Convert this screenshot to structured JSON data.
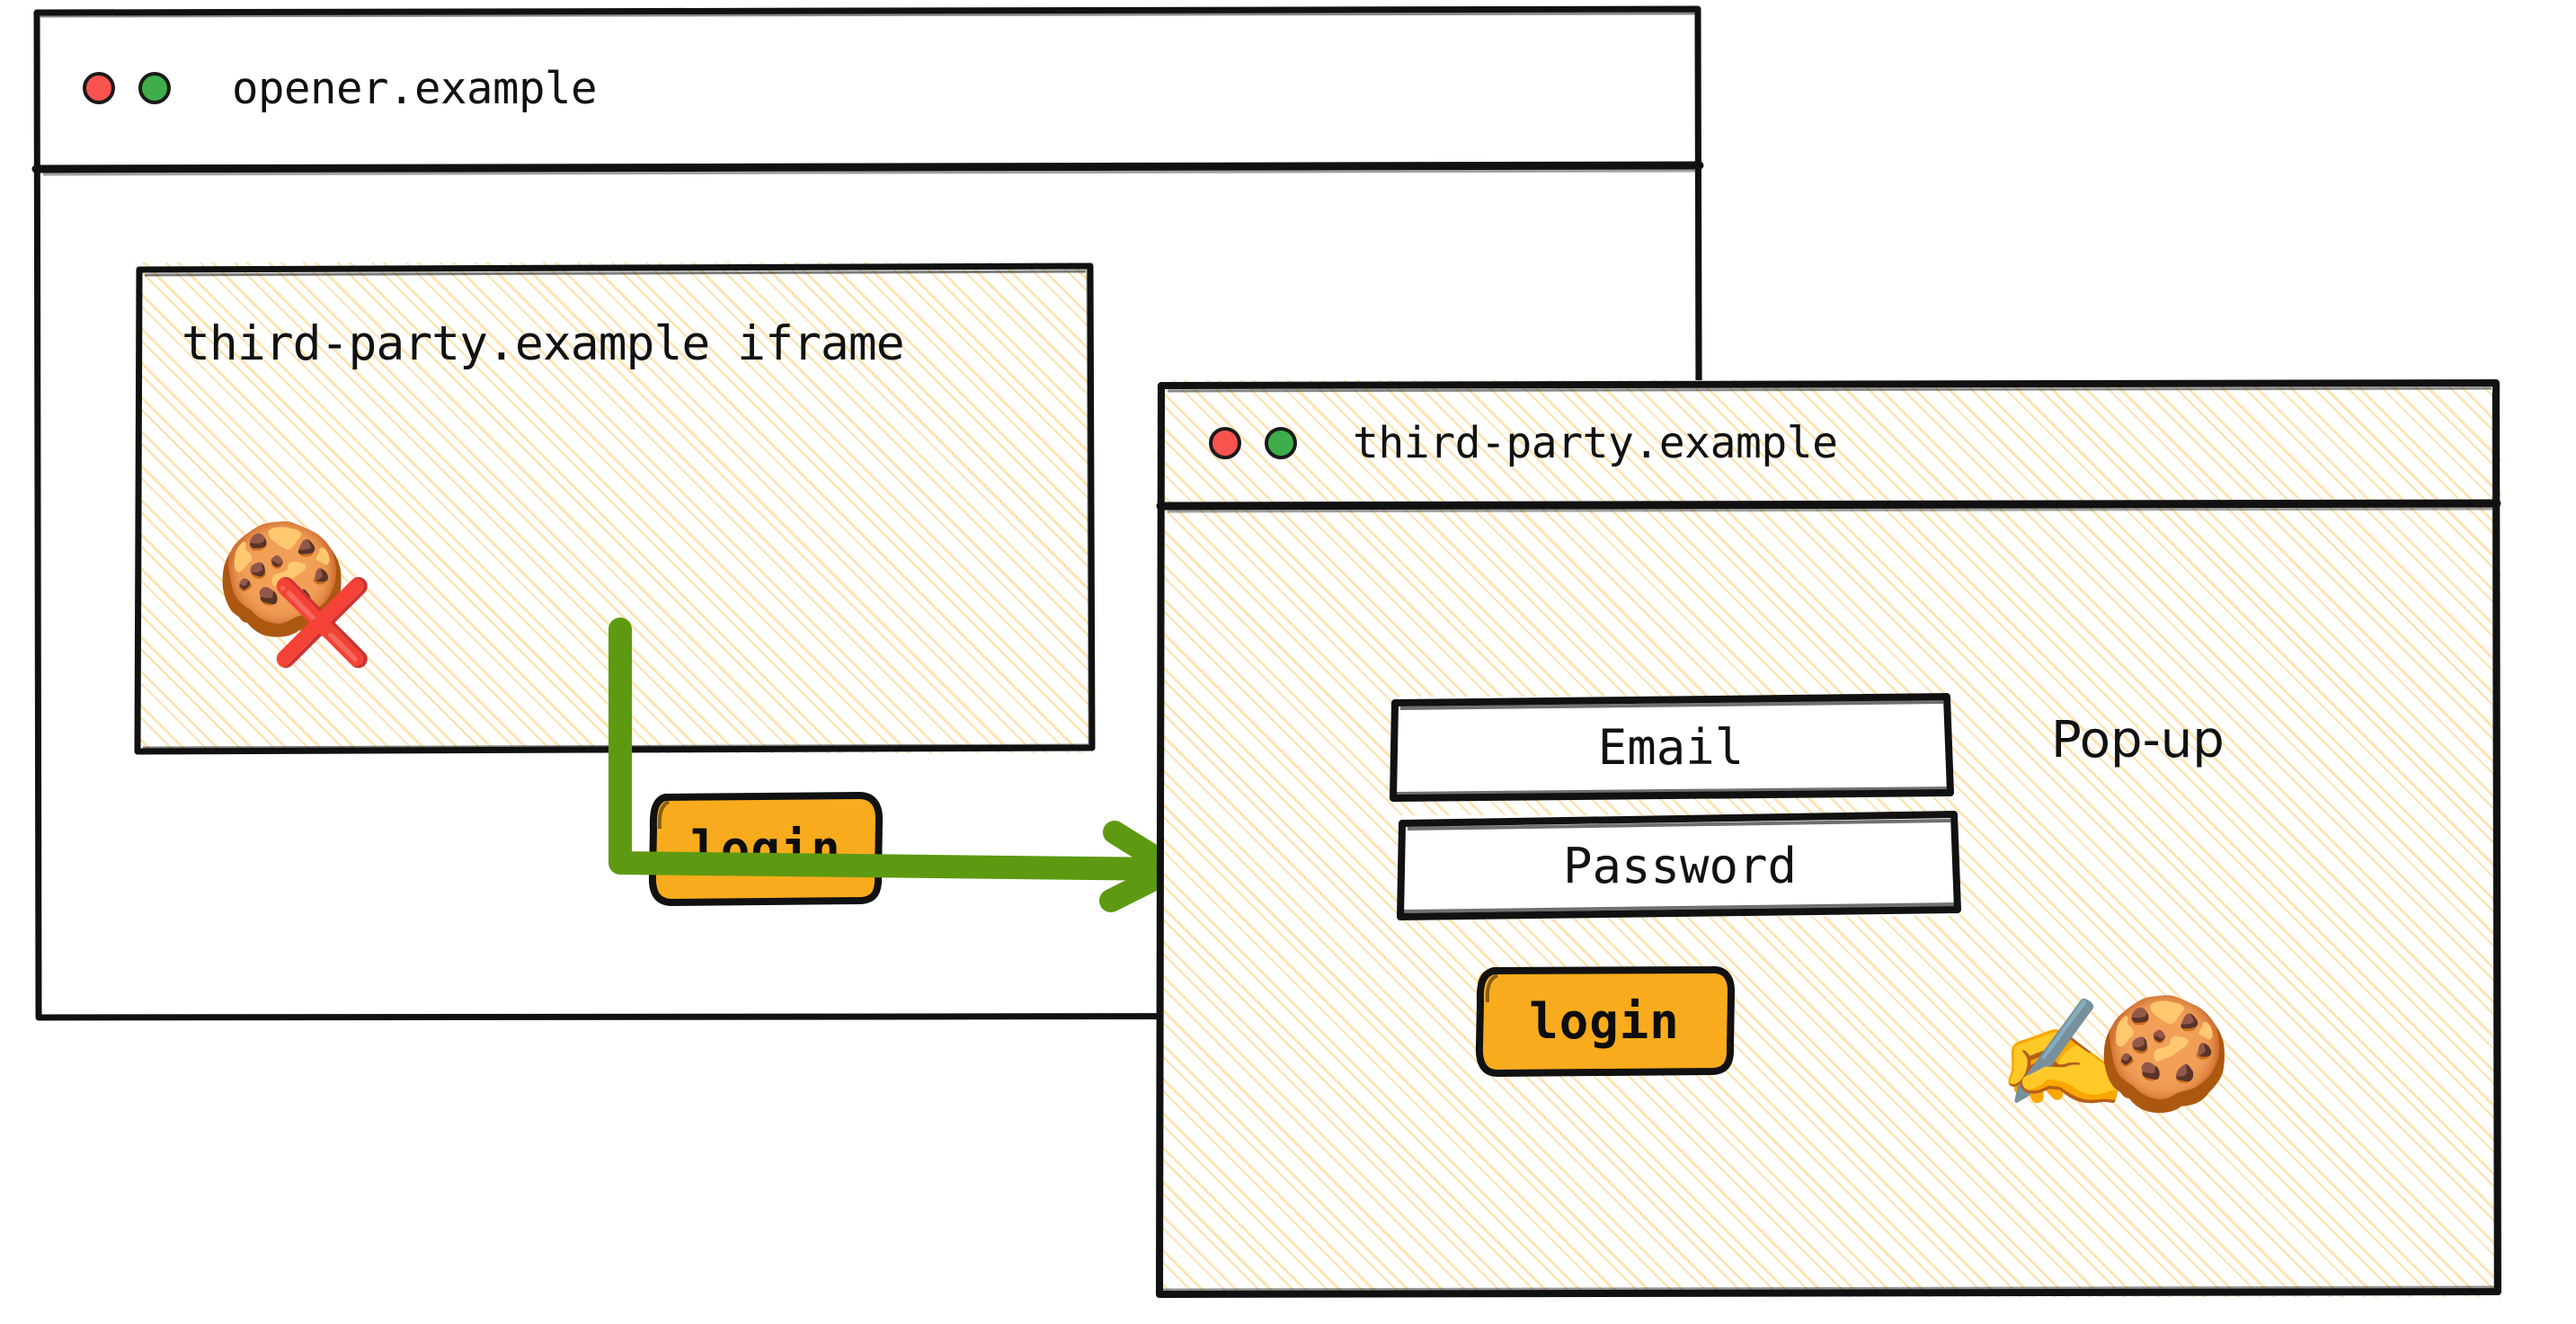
{
  "opener_window": {
    "title": "opener.example",
    "traffic_lights": [
      {
        "name": "close-dot",
        "color": "#f9534f"
      },
      {
        "name": "maximize-dot",
        "color": "#3dae49"
      }
    ],
    "iframe": {
      "label": "third-party.example iframe",
      "cookie_icon": "🍪",
      "blocked_icon": "❌",
      "login_button": "login"
    }
  },
  "flow_arrow": {
    "color": "#5d9a12",
    "description": "arrow from iframe login button to pop-up window"
  },
  "popup_window": {
    "title": "third-party.example",
    "traffic_lights": [
      {
        "name": "close-dot",
        "color": "#f9534f"
      },
      {
        "name": "maximize-dot",
        "color": "#3dae49"
      }
    ],
    "annotation_label": "Pop-up",
    "email_field": {
      "value": "Email"
    },
    "password_field": {
      "value": "Password"
    },
    "login_button": "login",
    "writing_hand_icon": "✍️",
    "cookie_icon": "🍪"
  },
  "colors": {
    "button_orange": "#f8ab1c",
    "arrow_green": "#5d9a12",
    "hatch_cream": "#f9ce78",
    "stroke_black": "#111111",
    "dot_red": "#f9534f",
    "dot_green": "#3dae49"
  }
}
